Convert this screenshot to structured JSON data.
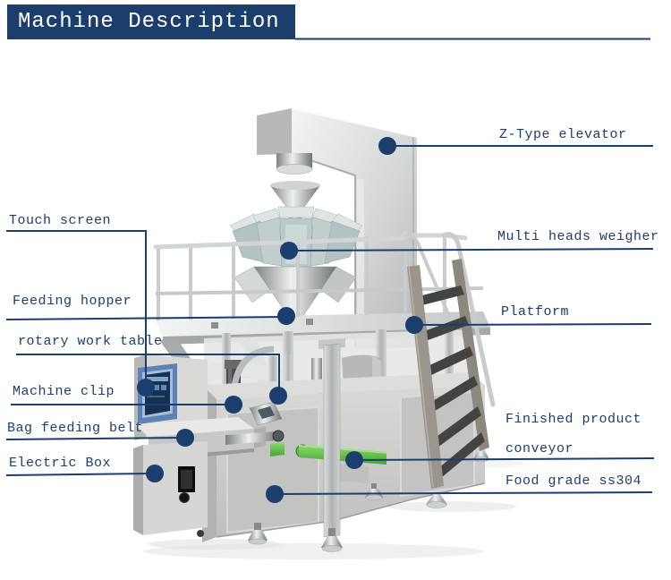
{
  "title": "Machine Description",
  "callouts": {
    "left": [
      {
        "id": "touch-screen",
        "label": "Touch screen"
      },
      {
        "id": "feeding-hopper",
        "label": "Feeding hopper"
      },
      {
        "id": "rotary-work-table",
        "label": "rotary work table"
      },
      {
        "id": "machine-clip",
        "label": "Machine clip"
      },
      {
        "id": "bag-feeding-belt",
        "label": "Bag feeding belt"
      },
      {
        "id": "electric-box",
        "label": "Electric Box"
      }
    ],
    "right": [
      {
        "id": "z-type-elevator",
        "label": "Z-Type elevator"
      },
      {
        "id": "multi-heads-weigher",
        "label": "Multi heads weigher"
      },
      {
        "id": "platform",
        "label": "Platform"
      },
      {
        "id": "finished-product-conveyor",
        "label": "Finished product",
        "label_line2": "conveyor"
      },
      {
        "id": "food-grade-ss304",
        "label": "Food grade ss304"
      }
    ]
  },
  "colors": {
    "accent_navy": "#1c3e6d",
    "banner_text": "#ffffff",
    "conveyor_green": "#5cb648",
    "machine_steel": "#c9cbcb",
    "weigher_panel": "#b8c6c6",
    "screen_frame_blue": "#5d83b6"
  }
}
